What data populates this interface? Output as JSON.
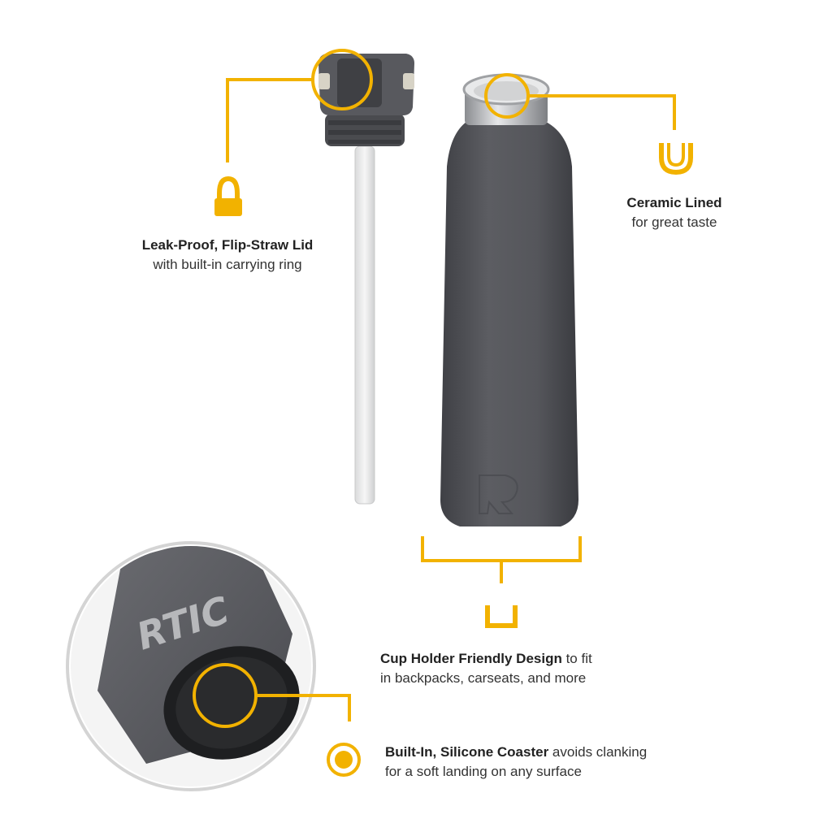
{
  "colors": {
    "accent": "#F2B200",
    "bottle": "#55565b",
    "bottle_shadow": "#3e3f44",
    "steel": "#c9cbce",
    "coaster": "#1e1f21",
    "circle_border": "#d4d4d4"
  },
  "features": {
    "lid": {
      "title": "Leak-Proof, Flip-Straw Lid",
      "subtitle": "with built-in carrying ring",
      "icon": "carry-ring-icon"
    },
    "ceramic": {
      "title": "Ceramic Lined",
      "subtitle": "for great taste",
      "icon": "cup-icon"
    },
    "cupholder": {
      "title": "Cup Holder Friendly Design",
      "title_rest": " to fit",
      "subtitle": "in backpacks, carseats, and more",
      "icon": "cup-holder-icon"
    },
    "coaster": {
      "title": "Built-In, Silicone Coaster",
      "title_rest": " avoids clanking",
      "subtitle": "for a soft landing on any surface",
      "icon": "coaster-icon"
    }
  },
  "brand": {
    "logo_text": "RTIC"
  }
}
